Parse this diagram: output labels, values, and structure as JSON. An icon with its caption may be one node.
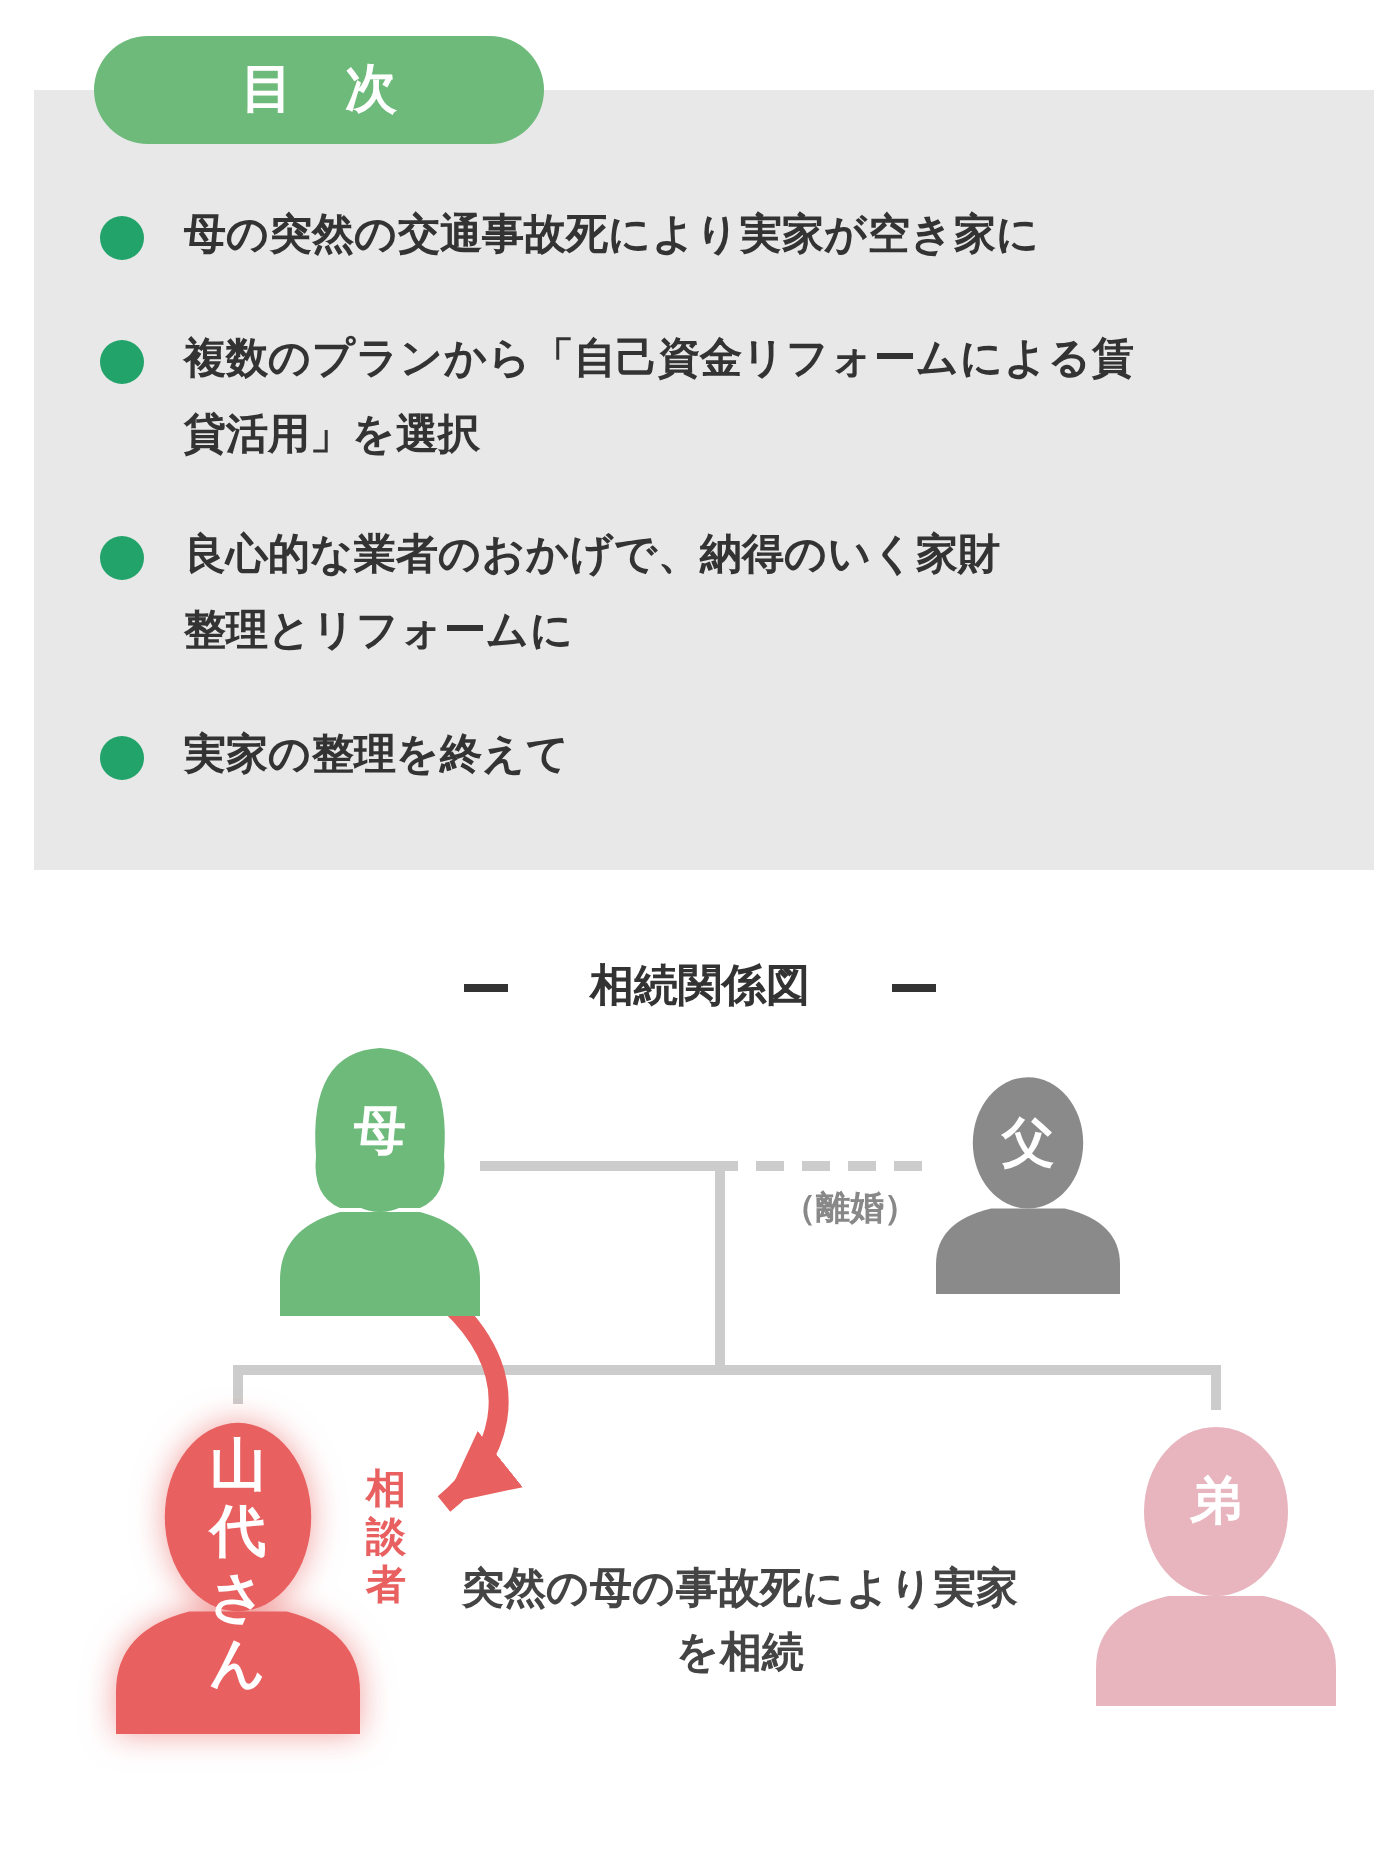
{
  "diagram": {
    "title": "目　次",
    "nodes": [
      {
        "text": [
          "母"
        ]
      },
      {
        "text": [
          "父"
        ]
      },
      {
        "text": [
          "山代さん"
        ],
        "beside": [
          "相談者"
        ]
      },
      {
        "text": [
          "弟"
        ]
      }
    ],
    "edges": [
      {
        "from": 0,
        "to": 1,
        "arrow": "none",
        "label": "（離婚）",
        "style": "dashed"
      },
      {
        "from": 0,
        "to": 2,
        "arrow": "none"
      },
      {
        "from": 0,
        "to": 3,
        "arrow": "none"
      },
      {
        "from": 0,
        "to": 2,
        "arrow": "to",
        "style": "thick",
        "color": "#e8605f"
      }
    ],
    "labels": [
      "母の突然の交通事故死により実家が空き家に",
      "複数のプランから「自己資金リフォームによる賃貸活用」を選択",
      "良心的な業者のおかげで、納得のいく家財整理とリフォームに",
      "実家の整理を終えて",
      "相続関係図",
      "突然の母の事故死により実家を相続"
    ]
  }
}
